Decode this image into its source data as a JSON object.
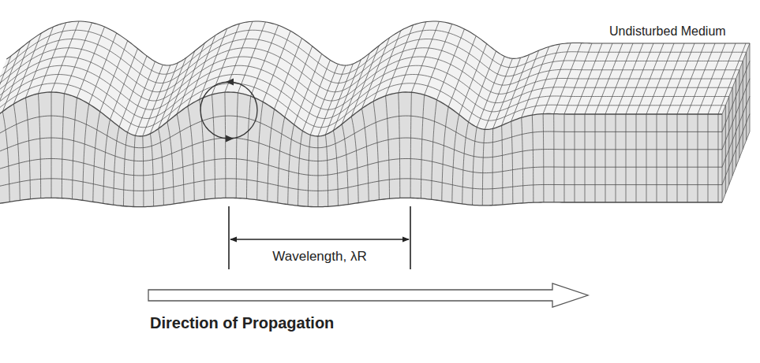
{
  "diagram": {
    "labels": [
      "Undisturbed Medium",
      "Wavelength, λR",
      "Direction of Propagation"
    ]
  }
}
